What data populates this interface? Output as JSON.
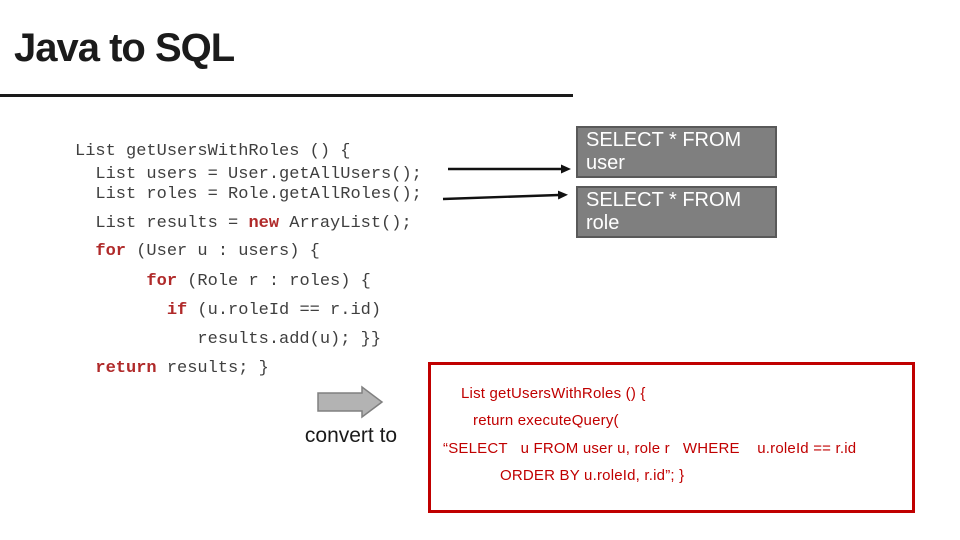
{
  "slide": {
    "title": "Java to SQL"
  },
  "java_code": {
    "lines": [
      {
        "pre": "List getUsersWithRoles () {"
      },
      {
        "pre": "  List users = User.getAllUsers();"
      },
      {
        "pre": "  List roles = Role.getAllRoles();"
      },
      {
        "pre": "  List results = ",
        "kw": "new",
        "post": " ArrayList();"
      },
      {
        "pre": "  ",
        "kw": "for",
        "post": " (User u : users) {"
      },
      {
        "pre": "       ",
        "kw": "for",
        "post": " (Role r : roles) {"
      },
      {
        "pre": "         ",
        "kw": "if",
        "post": " (u.roleId == r.id)"
      },
      {
        "pre": "            results.add(u); }}"
      },
      {
        "pre": "  ",
        "kw": "return",
        "post": " results; }"
      }
    ]
  },
  "sql_boxes": {
    "user": "SELECT * FROM user",
    "role": "SELECT * FROM role"
  },
  "convert": {
    "label": "convert to"
  },
  "sql_method": {
    "lines": [
      "List getUsersWithRoles () {",
      "return executeQuery(",
      "“SELECT   u FROM user u, role r   WHERE    u.roleId == r.id",
      "ORDER BY u.roleId, r.id”; }"
    ]
  },
  "colors": {
    "accent_red": "#c00000",
    "keyword_red": "#b02a2a",
    "box_gray": "#7f7f7f",
    "box_border_gray": "#595959",
    "arrow_fill_gray": "#b3b3b3"
  }
}
